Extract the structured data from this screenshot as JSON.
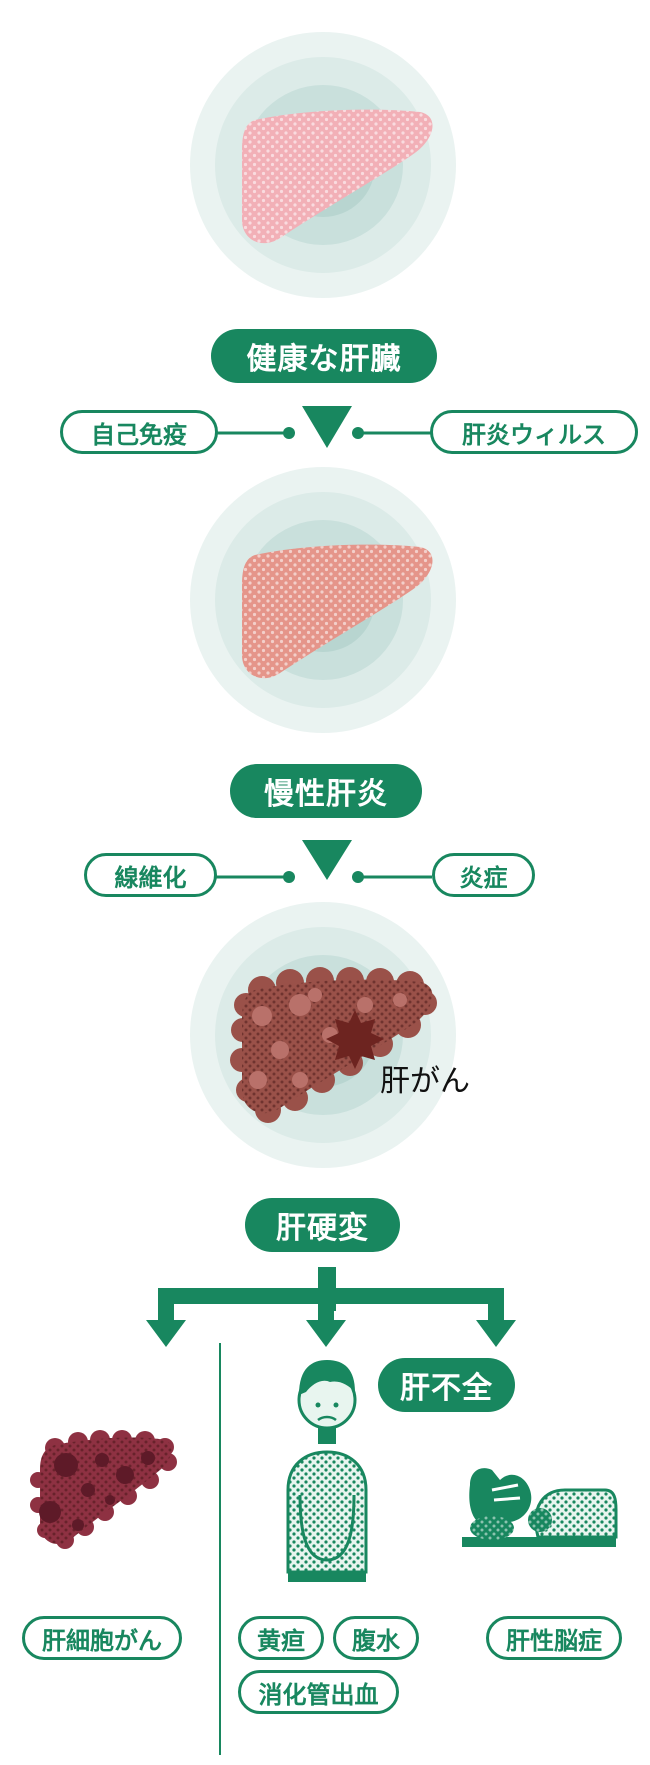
{
  "stages": {
    "healthy": "健康な肝臓",
    "chronic_hepatitis": "慢性肝炎",
    "cirrhosis": "肝硬変"
  },
  "causes": {
    "autoimmune": "自己免疫",
    "hepatitis_virus": "肝炎ウィルス"
  },
  "processes": {
    "fibrosis": "線維化",
    "inflammation": "炎症"
  },
  "liver_cancer_label": "肝がん",
  "liver_failure": "肝不全",
  "outcomes": {
    "hepatocellular_carcinoma": "肝細胞がん",
    "jaundice": "黄疸",
    "ascites": "腹水",
    "gi_bleeding": "消化管出血",
    "hepatic_encephalopathy": "肝性脳症"
  },
  "colors": {
    "brand_green": "#18875f",
    "healthy_liver": "#f2b0b7",
    "hepatitis_liver": "#e5958a",
    "cirrhosis_liver": "#9a5149",
    "carcinoma_liver": "#8e3142",
    "tumor": "#6d2420"
  }
}
